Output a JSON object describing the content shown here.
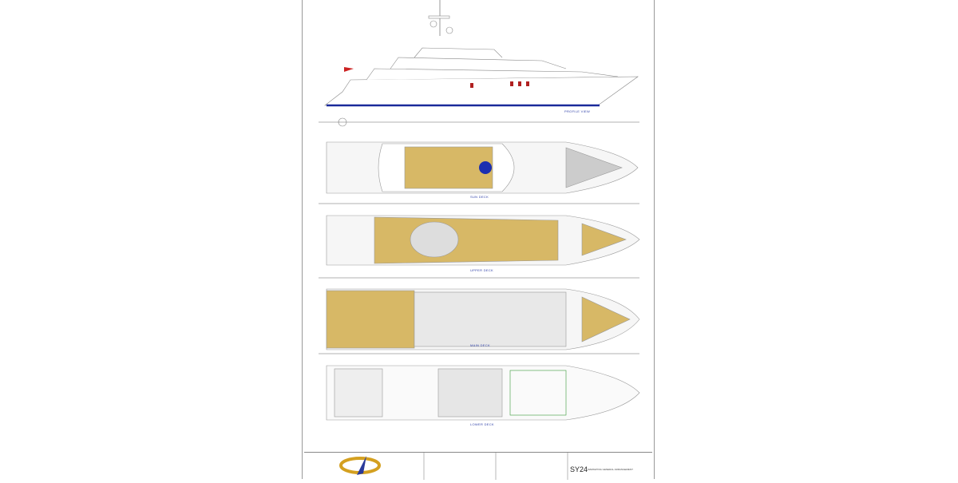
{
  "views": {
    "profile": "PROFILE VIEW",
    "sun": "SUN DECK",
    "upper": "UPPER DECK",
    "main": "MAIN DECK",
    "lower": "LOWER DECK"
  },
  "title_block": {
    "project": "SY24",
    "title": "MARKETING GENERAL ARRANGEMENT"
  },
  "colors": {
    "teak": "#d7b866",
    "hull_line": "#1a2a9a",
    "flag": "#cc2222",
    "spa": "#1b2fb0",
    "green": "#3a9a3a"
  }
}
